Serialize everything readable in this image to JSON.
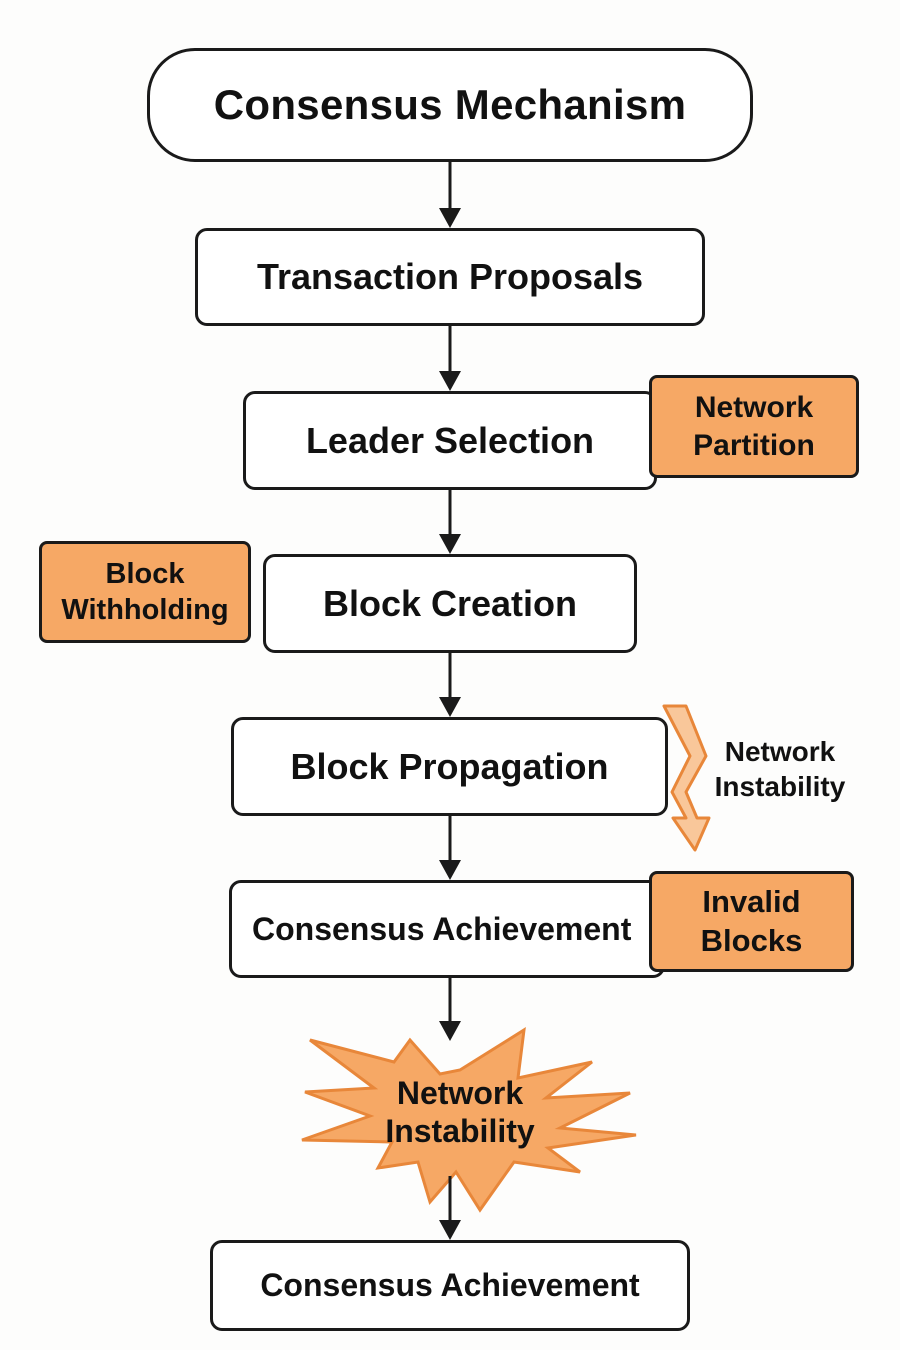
{
  "title": "Consensus Mechanism",
  "steps": [
    "Transaction Proposals",
    "Leader Selection",
    "Block Creation",
    "Block Propagation",
    "Consensus Achievement",
    "Consensus Achievement"
  ],
  "risks": {
    "network_partition": [
      "Network",
      "Partition"
    ],
    "block_withholding": [
      "Block",
      "Withholding"
    ],
    "invalid_blocks": [
      "Invalid",
      "Blocks"
    ]
  },
  "side_note": [
    "Network",
    "Instability"
  ],
  "burst": [
    "Network",
    "Instability"
  ],
  "colors": {
    "risk_fill": "#f6a865",
    "risk_stroke": "#e8873a",
    "node_border": "#1a1a1a"
  }
}
